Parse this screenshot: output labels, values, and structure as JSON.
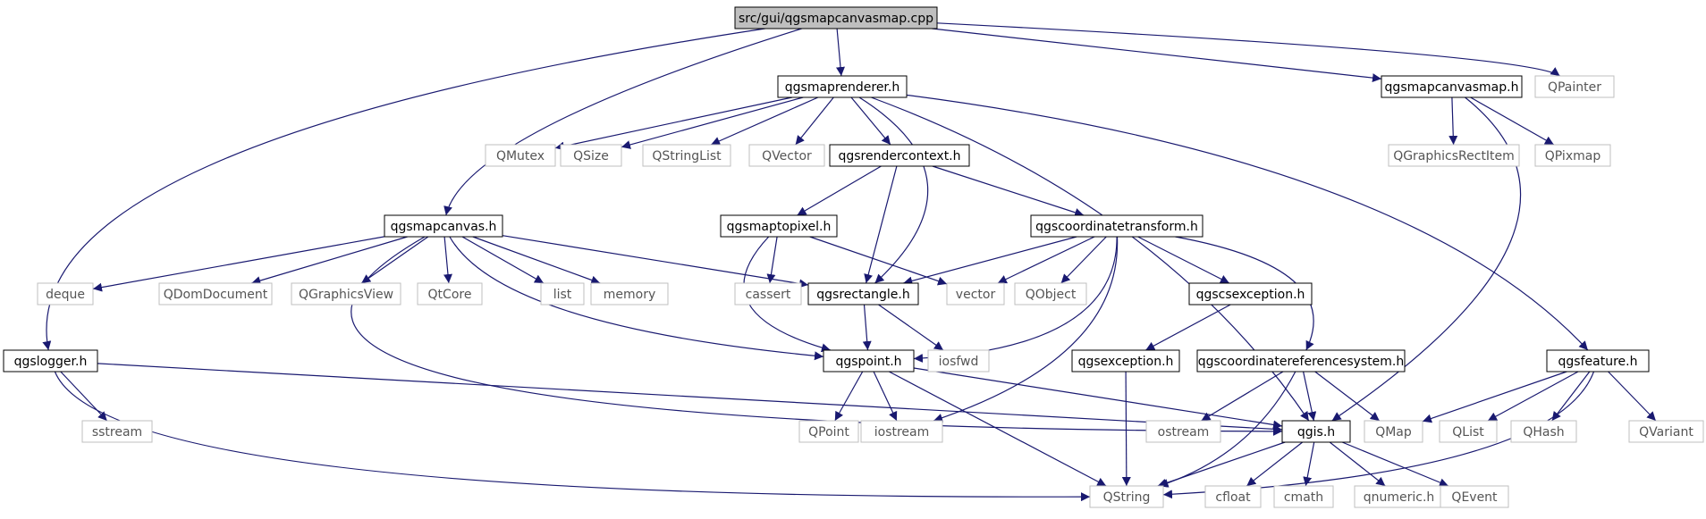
{
  "graph": {
    "colors": {
      "edge": "#191970",
      "root_fill": "#bfbfbf",
      "node_border": "#000000",
      "external_border": "#bfbfbf",
      "external_text": "#555555",
      "text": "#000000"
    },
    "nodes": [
      {
        "id": "root",
        "label": "src/gui/qgsmapcanvasmap.cpp",
        "kind": "root"
      },
      {
        "id": "qgsmaprenderer",
        "label": "qgsmaprenderer.h",
        "kind": "header"
      },
      {
        "id": "qgsmapcanvasmap",
        "label": "qgsmapcanvasmap.h",
        "kind": "header"
      },
      {
        "id": "qpainter",
        "label": "QPainter",
        "kind": "external"
      },
      {
        "id": "qmutex",
        "label": "QMutex",
        "kind": "external"
      },
      {
        "id": "qsize",
        "label": "QSize",
        "kind": "external"
      },
      {
        "id": "qstringlist",
        "label": "QStringList",
        "kind": "external"
      },
      {
        "id": "qvector",
        "label": "QVector",
        "kind": "external"
      },
      {
        "id": "qgsrendercontext",
        "label": "qgsrendercontext.h",
        "kind": "header"
      },
      {
        "id": "qgraphicsrectitem",
        "label": "QGraphicsRectItem",
        "kind": "external"
      },
      {
        "id": "qpixmap",
        "label": "QPixmap",
        "kind": "external"
      },
      {
        "id": "qgsmapcanvas",
        "label": "qgsmapcanvas.h",
        "kind": "header"
      },
      {
        "id": "qgsmaptopixel",
        "label": "qgsmaptopixel.h",
        "kind": "header"
      },
      {
        "id": "qgscoordinatetransform",
        "label": "qgscoordinatetransform.h",
        "kind": "header"
      },
      {
        "id": "deque",
        "label": "deque",
        "kind": "external"
      },
      {
        "id": "qdomdocument",
        "label": "QDomDocument",
        "kind": "external"
      },
      {
        "id": "qgraphicsview",
        "label": "QGraphicsView",
        "kind": "external"
      },
      {
        "id": "qtcore",
        "label": "QtCore",
        "kind": "external"
      },
      {
        "id": "list",
        "label": "list",
        "kind": "external"
      },
      {
        "id": "memory",
        "label": "memory",
        "kind": "external"
      },
      {
        "id": "cassert",
        "label": "cassert",
        "kind": "external"
      },
      {
        "id": "qgsrectangle",
        "label": "qgsrectangle.h",
        "kind": "header"
      },
      {
        "id": "vector",
        "label": "vector",
        "kind": "external"
      },
      {
        "id": "qobject",
        "label": "QObject",
        "kind": "external"
      },
      {
        "id": "qgscsexception",
        "label": "qgscsexception.h",
        "kind": "header"
      },
      {
        "id": "qgslogger",
        "label": "qgslogger.h",
        "kind": "header"
      },
      {
        "id": "qgspoint",
        "label": "qgspoint.h",
        "kind": "header"
      },
      {
        "id": "iosfwd",
        "label": "iosfwd",
        "kind": "external"
      },
      {
        "id": "qgsexception",
        "label": "qgsexception.h",
        "kind": "header"
      },
      {
        "id": "qgscrs",
        "label": "qgscoordinatereferencesystem.h",
        "kind": "header"
      },
      {
        "id": "qgsfeature",
        "label": "qgsfeature.h",
        "kind": "header"
      },
      {
        "id": "sstream",
        "label": "sstream",
        "kind": "external"
      },
      {
        "id": "qpoint",
        "label": "QPoint",
        "kind": "external"
      },
      {
        "id": "iostream",
        "label": "iostream",
        "kind": "external"
      },
      {
        "id": "ostream",
        "label": "ostream",
        "kind": "external"
      },
      {
        "id": "qgis",
        "label": "qgis.h",
        "kind": "header"
      },
      {
        "id": "qmap",
        "label": "QMap",
        "kind": "external"
      },
      {
        "id": "qlist",
        "label": "QList",
        "kind": "external"
      },
      {
        "id": "qhash",
        "label": "QHash",
        "kind": "external"
      },
      {
        "id": "qvariant",
        "label": "QVariant",
        "kind": "external"
      },
      {
        "id": "qstring",
        "label": "QString",
        "kind": "external"
      },
      {
        "id": "cfloat",
        "label": "cfloat",
        "kind": "external"
      },
      {
        "id": "cmath",
        "label": "cmath",
        "kind": "external"
      },
      {
        "id": "qnumeric",
        "label": "qnumeric.h",
        "kind": "external"
      },
      {
        "id": "qevent",
        "label": "QEvent",
        "kind": "external"
      }
    ],
    "edges": [
      [
        "root",
        "qgsmaprenderer"
      ],
      [
        "root",
        "qgsmapcanvasmap"
      ],
      [
        "root",
        "qpainter"
      ],
      [
        "root",
        "qgsmapcanvas"
      ],
      [
        "root",
        "qgslogger"
      ],
      [
        "qgsmaprenderer",
        "qmutex"
      ],
      [
        "qgsmaprenderer",
        "qsize"
      ],
      [
        "qgsmaprenderer",
        "qstringlist"
      ],
      [
        "qgsmaprenderer",
        "qvector"
      ],
      [
        "qgsmaprenderer",
        "qgsrendercontext"
      ],
      [
        "qgsmaprenderer",
        "qgsrectangle"
      ],
      [
        "qgsmaprenderer",
        "qgis"
      ],
      [
        "qgsmaprenderer",
        "qgsfeature"
      ],
      [
        "qgsmapcanvasmap",
        "qgraphicsrectitem"
      ],
      [
        "qgsmapcanvasmap",
        "qpixmap"
      ],
      [
        "qgsmapcanvasmap",
        "qgis"
      ],
      [
        "qgsrendercontext",
        "qgsmaptopixel"
      ],
      [
        "qgsrendercontext",
        "qgscoordinatetransform"
      ],
      [
        "qgsrendercontext",
        "qgsrectangle"
      ],
      [
        "qgsmapcanvas",
        "deque"
      ],
      [
        "qgsmapcanvas",
        "qdomdocument"
      ],
      [
        "qgsmapcanvas",
        "qgraphicsview"
      ],
      [
        "qgsmapcanvas",
        "qtcore"
      ],
      [
        "qgsmapcanvas",
        "list"
      ],
      [
        "qgsmapcanvas",
        "memory"
      ],
      [
        "qgsmapcanvas",
        "qgsrectangle"
      ],
      [
        "qgsmapcanvas",
        "qgspoint"
      ],
      [
        "qgsmapcanvas",
        "qgis"
      ],
      [
        "qgsmaptopixel",
        "cassert"
      ],
      [
        "qgsmaptopixel",
        "vector"
      ],
      [
        "qgsmaptopixel",
        "qgspoint"
      ],
      [
        "qgscoordinatetransform",
        "qgsrectangle"
      ],
      [
        "qgscoordinatetransform",
        "vector"
      ],
      [
        "qgscoordinatetransform",
        "qobject"
      ],
      [
        "qgscoordinatetransform",
        "qgscsexception"
      ],
      [
        "qgscoordinatetransform",
        "qgscrs"
      ],
      [
        "qgscoordinatetransform",
        "qgspoint"
      ],
      [
        "qgscoordinatetransform",
        "iostream"
      ],
      [
        "qgsrectangle",
        "iosfwd"
      ],
      [
        "qgsrectangle",
        "qgspoint"
      ],
      [
        "qgscsexception",
        "qgsexception"
      ],
      [
        "qgslogger",
        "sstream"
      ],
      [
        "qgslogger",
        "qgis"
      ],
      [
        "qgslogger",
        "qstring"
      ],
      [
        "qgspoint",
        "qpoint"
      ],
      [
        "qgspoint",
        "iostream"
      ],
      [
        "qgspoint",
        "qstring"
      ],
      [
        "qgspoint",
        "qgis"
      ],
      [
        "qgsexception",
        "qstring"
      ],
      [
        "qgscrs",
        "ostream"
      ],
      [
        "qgscrs",
        "qgis"
      ],
      [
        "qgscrs",
        "qmap"
      ],
      [
        "qgscrs",
        "qstring"
      ],
      [
        "qgsfeature",
        "qmap"
      ],
      [
        "qgsfeature",
        "qlist"
      ],
      [
        "qgsfeature",
        "qhash"
      ],
      [
        "qgsfeature",
        "qvariant"
      ],
      [
        "qgsfeature",
        "qstring"
      ],
      [
        "qgis",
        "qstring"
      ],
      [
        "qgis",
        "cfloat"
      ],
      [
        "qgis",
        "cmath"
      ],
      [
        "qgis",
        "qnumeric"
      ],
      [
        "qgis",
        "qevent"
      ]
    ]
  }
}
